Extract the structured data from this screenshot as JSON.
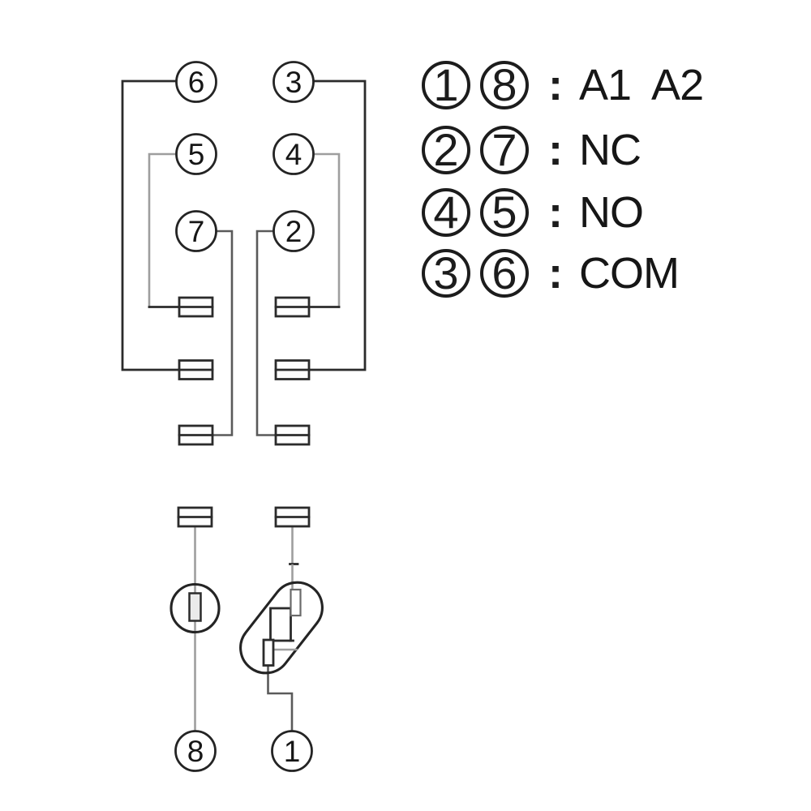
{
  "diagram": {
    "title": "relay-internal-connection-diagram",
    "pins": [
      {
        "id": "pin-6",
        "label": "6"
      },
      {
        "id": "pin-3",
        "label": "3"
      },
      {
        "id": "pin-5",
        "label": "5"
      },
      {
        "id": "pin-4",
        "label": "4"
      },
      {
        "id": "pin-7",
        "label": "7"
      },
      {
        "id": "pin-2",
        "label": "2"
      },
      {
        "id": "pin-8",
        "label": "8"
      },
      {
        "id": "pin-1",
        "label": "1"
      }
    ],
    "symbols": [
      "contact-block",
      "coil-circle",
      "actuator-stadium"
    ]
  },
  "legend": {
    "separator": ":",
    "rows": [
      {
        "pin_a": "1",
        "pin_b": "8",
        "label": "A1  A2"
      },
      {
        "pin_a": "2",
        "pin_b": "7",
        "label": "NC"
      },
      {
        "pin_a": "4",
        "pin_b": "5",
        "label": "NO"
      },
      {
        "pin_a": "3",
        "pin_b": "6",
        "label": "COM"
      }
    ]
  },
  "colors": {
    "background": "#ffffff",
    "line_dark": "#2b2b2b",
    "line_gray": "#9e9e9e",
    "line_mid": "#5a5a5a",
    "text": "#1a1a1a"
  }
}
